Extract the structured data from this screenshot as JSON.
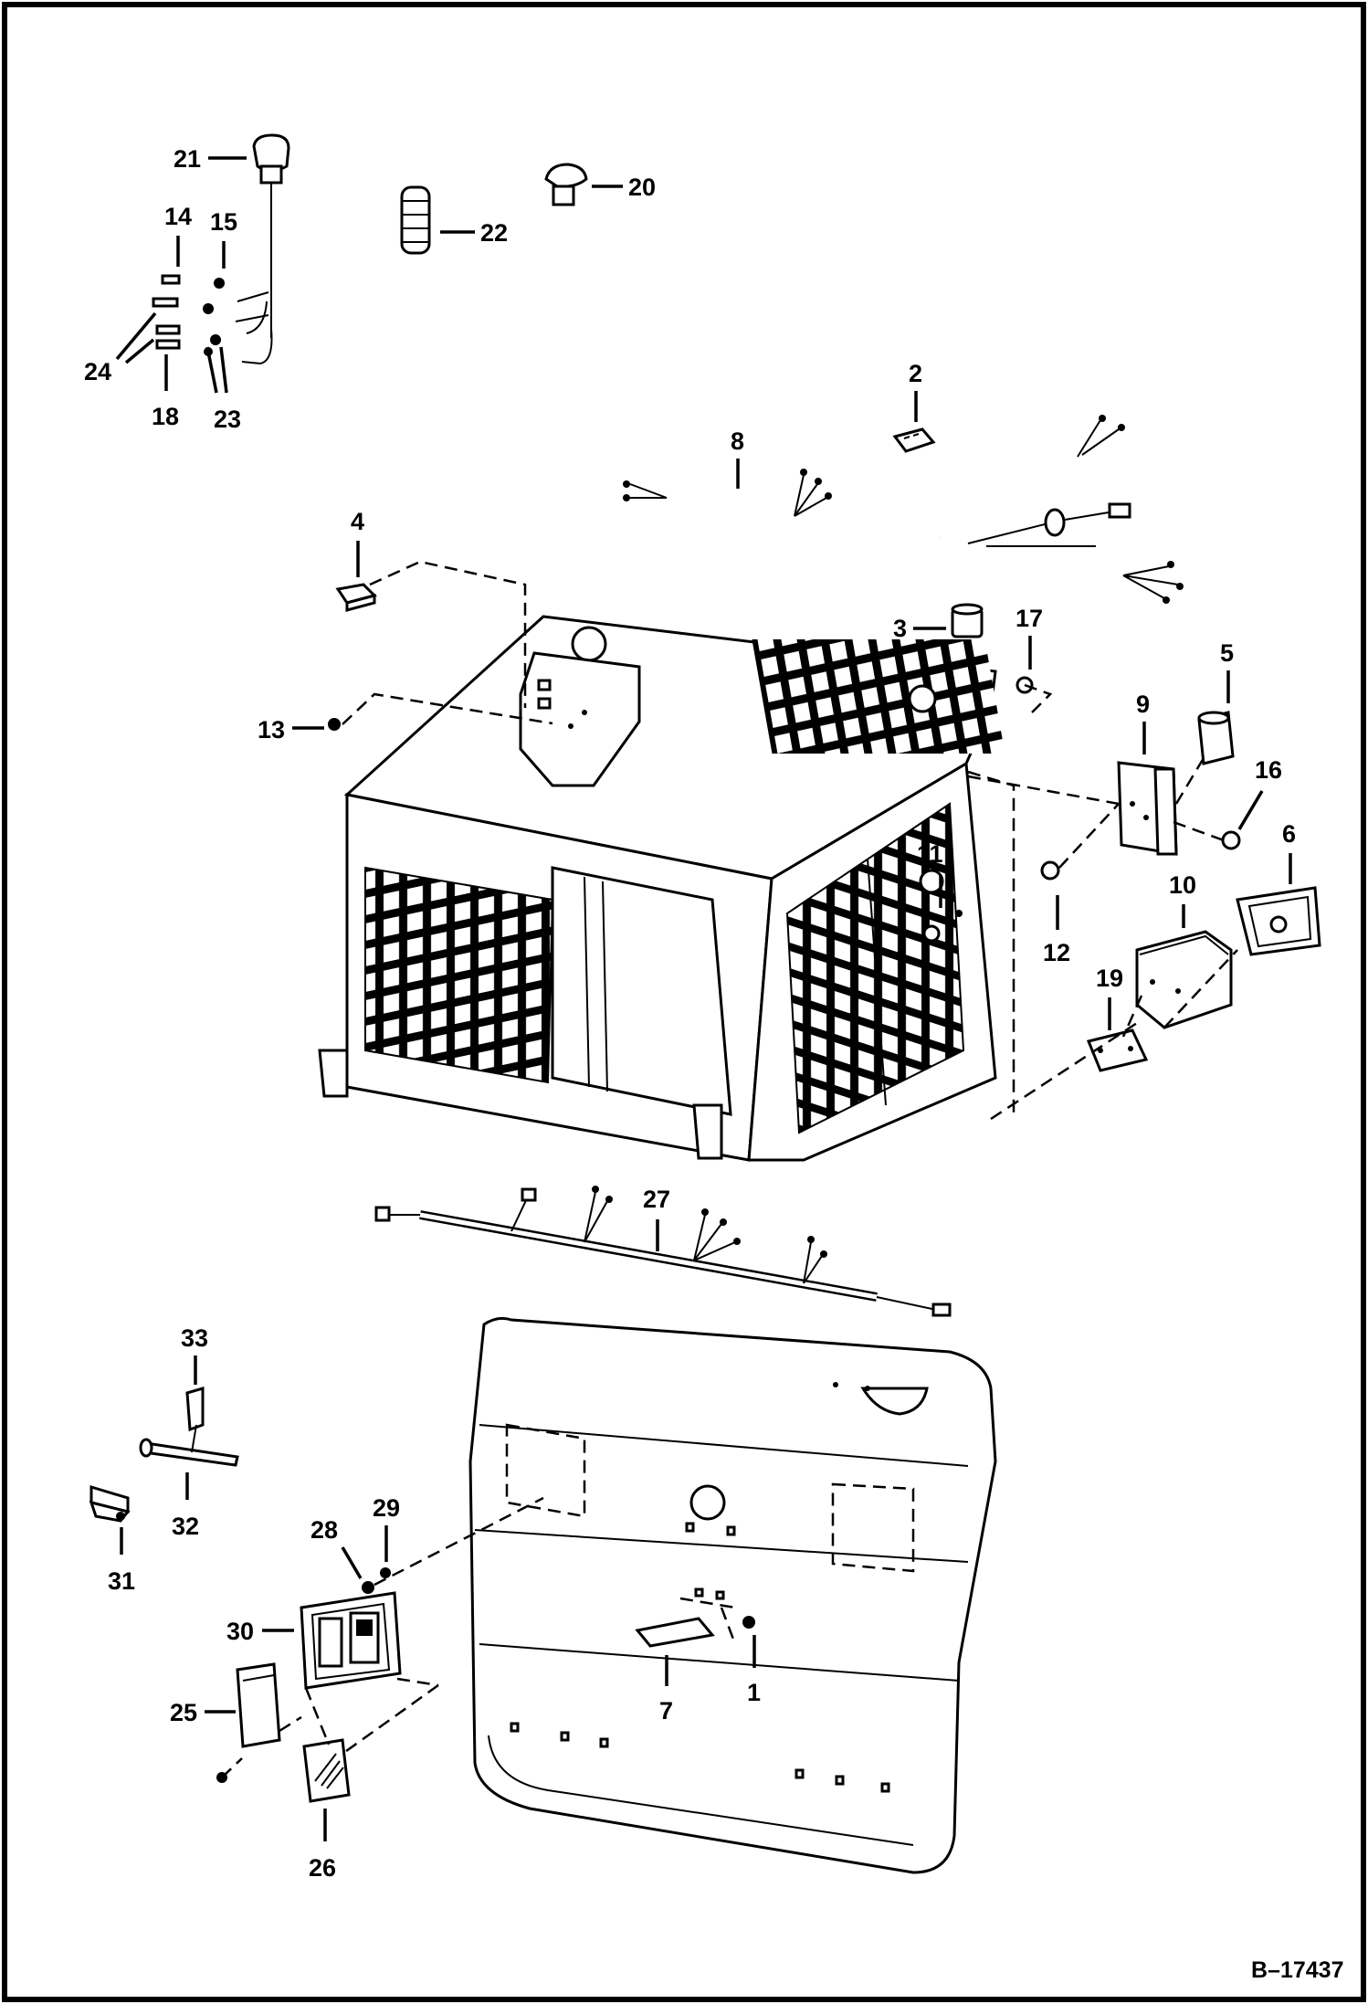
{
  "diagram": {
    "reference_code": "B–17437",
    "callouts": [
      "1",
      "2",
      "3",
      "4",
      "5",
      "6",
      "7",
      "8",
      "9",
      "10",
      "11",
      "12",
      "13",
      "14",
      "15",
      "16",
      "17",
      "18",
      "19",
      "20",
      "21",
      "22",
      "23",
      "24",
      "25",
      "26",
      "27",
      "28",
      "29",
      "30",
      "31",
      "32",
      "33"
    ]
  }
}
